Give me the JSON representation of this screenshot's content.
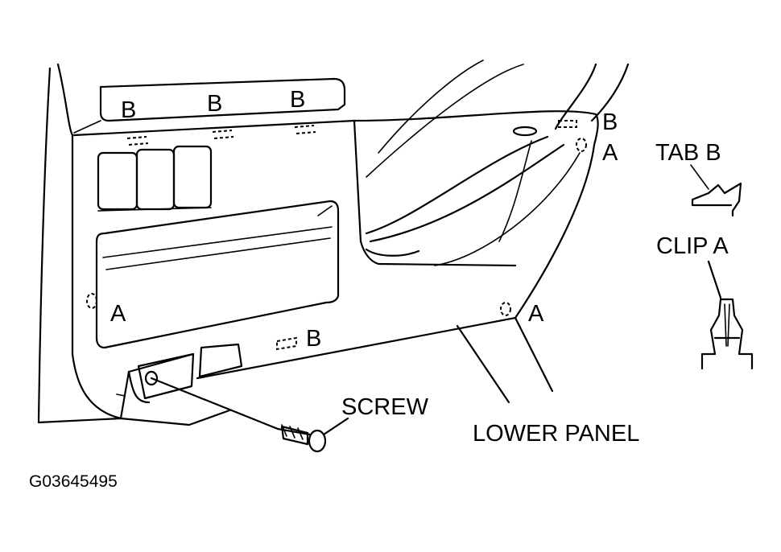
{
  "labels": {
    "b_top_1": "B",
    "b_top_2": "B",
    "b_top_3": "B",
    "b_right": "B",
    "a_right": "A",
    "a_left": "A",
    "a_lower": "A",
    "b_lower": "B",
    "tab_b": "TAB B",
    "clip_a": "CLIP A",
    "screw": "SCREW",
    "lower_panel": "LOWER PANEL",
    "figure_code": "G03645495"
  }
}
